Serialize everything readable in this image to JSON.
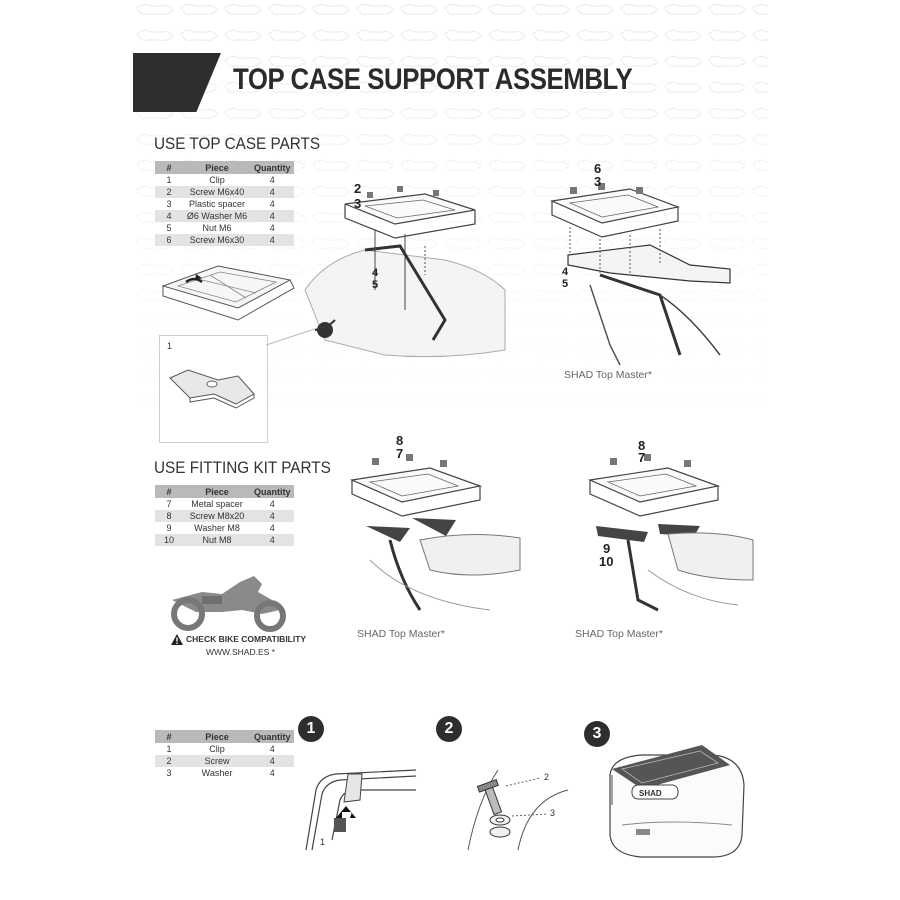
{
  "title": "TOP CASE SUPPORT ASSEMBLY",
  "section_top_case": {
    "heading": "USE TOP CASE PARTS",
    "columns": [
      "#",
      "Piece",
      "Quantity"
    ],
    "rows": [
      {
        "num": "1",
        "piece": "Clip",
        "qty": "4"
      },
      {
        "num": "2",
        "piece": "Screw M6x40",
        "qty": "4"
      },
      {
        "num": "3",
        "piece": "Plastic spacer",
        "qty": "4"
      },
      {
        "num": "4",
        "piece": "Ø6 Washer M6",
        "qty": "4"
      },
      {
        "num": "5",
        "piece": "Nut M6",
        "qty": "4"
      },
      {
        "num": "6",
        "piece": "Screw M6x30",
        "qty": "4"
      }
    ]
  },
  "section_fitting_kit": {
    "heading": "USE FITTING KIT PARTS",
    "columns": [
      "#",
      "Piece",
      "Quantity"
    ],
    "rows": [
      {
        "num": "7",
        "piece": "Metal spacer",
        "qty": "4"
      },
      {
        "num": "8",
        "piece": "Screw M8x20",
        "qty": "4"
      },
      {
        "num": "9",
        "piece": "Washer M8",
        "qty": "4"
      },
      {
        "num": "10",
        "piece": "Nut M8",
        "qty": "4"
      }
    ]
  },
  "section_bottom": {
    "columns": [
      "#",
      "Piece",
      "Quantity"
    ],
    "rows": [
      {
        "num": "1",
        "piece": "Clip",
        "qty": "4"
      },
      {
        "num": "2",
        "piece": "Screw",
        "qty": "4"
      },
      {
        "num": "3",
        "piece": "Washer",
        "qty": "4"
      }
    ]
  },
  "detail_label": "1",
  "callouts": {
    "a_2": "2",
    "a_3": "3",
    "a_4": "4",
    "a_5": "5",
    "b_6": "6",
    "b_3": "3",
    "b_4": "4",
    "b_5": "5",
    "c_8": "8",
    "c_7": "7",
    "d_8": "8",
    "d_7": "7",
    "d_9": "9",
    "d_10": "10"
  },
  "captions": {
    "top_right": "SHAD Top Master*",
    "mid_left": "SHAD Top Master*",
    "mid_right": "SHAD Top Master*"
  },
  "compatibility": {
    "warning": "CHECK BIKE COMPATIBILITY",
    "url": "WWW.SHAD.ES *"
  },
  "steps": {
    "step1": "1",
    "step2": "2",
    "step3": "3",
    "step1_label": "1",
    "step2_label_screw": "2",
    "step2_label_washer": "3",
    "case_brand": "SHAD"
  }
}
